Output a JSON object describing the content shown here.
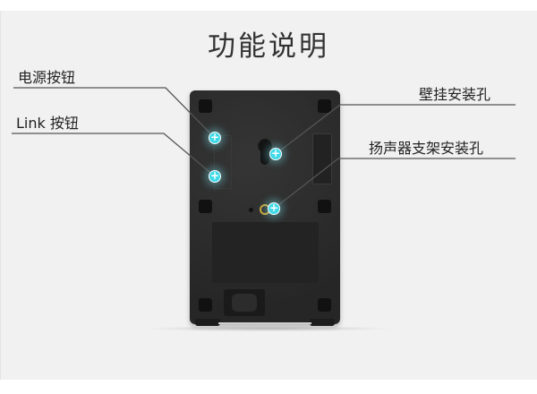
{
  "title": "功能说明",
  "labels": {
    "power_button": "电源按钮",
    "link_button": "Link 按钮",
    "wall_mount_hole": "壁挂安装孔",
    "speaker_stand_hole": "扬声器支架安装孔"
  },
  "hotspot": {
    "symbol": "+",
    "color": "#3fd9e8"
  },
  "colors": {
    "background": "#f1f1f1",
    "device_body": "#2b2b2b",
    "leader_line": "#555555"
  }
}
